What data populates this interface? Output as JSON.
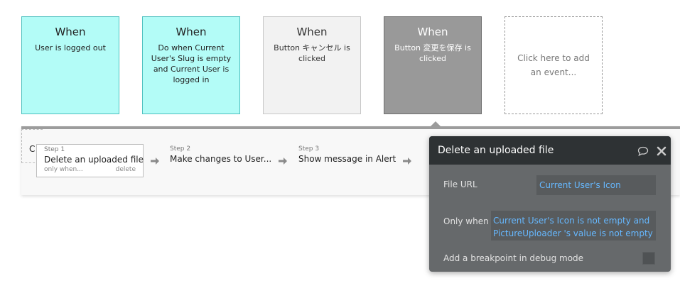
{
  "events": [
    {
      "when": "When",
      "description": "User is logged out"
    },
    {
      "when": "When",
      "description": "Do when Current User's Slug is empty and Current User is logged in"
    },
    {
      "when": "When",
      "description": "Button キャンセル is clicked"
    },
    {
      "when": "When",
      "description": "Button 変更を保存 is clicked"
    },
    {
      "description": "Click here to add an event..."
    }
  ],
  "steps": [
    {
      "label": "Step 1",
      "title": "Delete an uploaded file",
      "condition": "only when...",
      "action": "delete"
    },
    {
      "label": "Step 2",
      "title": "Make changes to User..."
    },
    {
      "label": "Step 3",
      "title": "Show message in Alert"
    },
    {
      "title": "C"
    }
  ],
  "editor": {
    "title": "Delete an uploaded file",
    "file_url_label": "File URL",
    "file_url_value": "Current User's Icon",
    "only_when_label": "Only when",
    "only_when_value_line1": "Current User's Icon is not empty and",
    "only_when_value_line2": "PictureUploader 's value is not empty",
    "breakpoint_label": "Add a breakpoint in debug mode",
    "icons": {
      "comment": "comment-icon",
      "close": "close-icon"
    }
  },
  "colors": {
    "trigger_cyan": "#b3fcf7",
    "trigger_selected": "#999999",
    "link_blue": "#66b8ff",
    "editor_header": "#2e3234"
  }
}
